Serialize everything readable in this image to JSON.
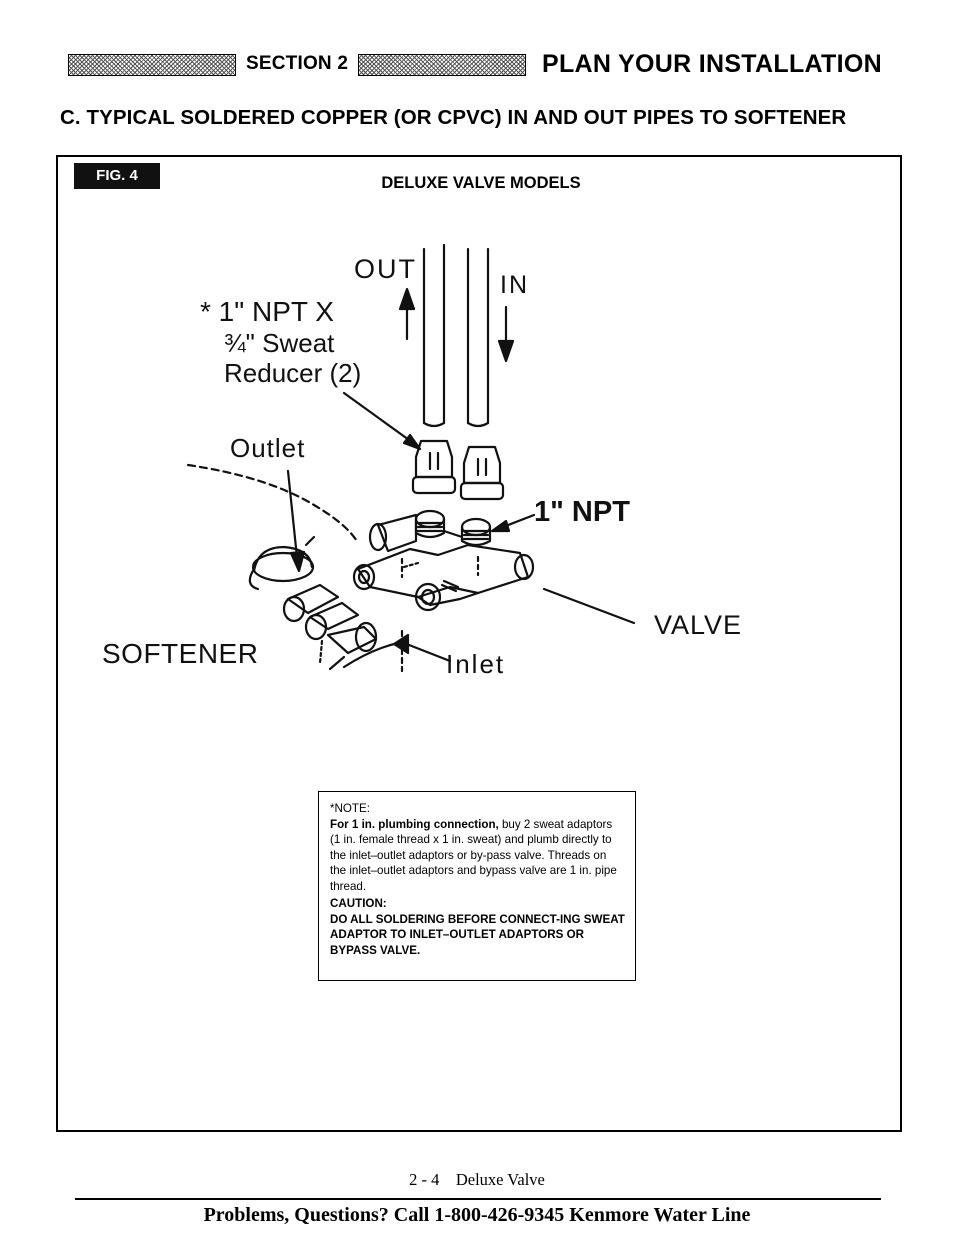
{
  "header": {
    "section_label": "SECTION 2",
    "section_title": "PLAN YOUR INSTALLATION"
  },
  "subsection_title": "C. TYPICAL SOLDERED COPPER (OR CPVC) IN AND OUT PIPES TO SOFTENER",
  "figure": {
    "tag": "FIG. 4",
    "caption": "DELUXE VALVE MODELS",
    "labels": {
      "out": "OUT",
      "in": "IN",
      "reducer_line1": "* 1\" NPT X",
      "reducer_line2": "¾\" Sweat",
      "reducer_line3": "Reducer (2)",
      "outlet": "Outlet",
      "npt": "1\" NPT",
      "valve": "VALVE",
      "softener": "SOFTENER",
      "inlet": "Inlet"
    },
    "note": {
      "heading": "*NOTE:",
      "bold_lead": "For 1 in. plumbing connection,",
      "body": " buy 2 sweat adaptors (1 in. female thread x 1 in. sweat) and plumb directly to the inlet–outlet adaptors or by-pass valve. Threads on the inlet–outlet adaptors and bypass valve are 1 in. pipe thread.",
      "caution_heading": "CAUTION:",
      "caution_body": "DO ALL SOLDERING BEFORE CONNECT-ING SWEAT ADAPTOR TO INLET–OUTLET ADAPTORS OR BYPASS VALVE."
    }
  },
  "footer": {
    "page_ref": "2 - 4    Deluxe Valve",
    "help_line": "Problems, Questions? Call 1-800-426-9345 Kenmore Water Line"
  }
}
